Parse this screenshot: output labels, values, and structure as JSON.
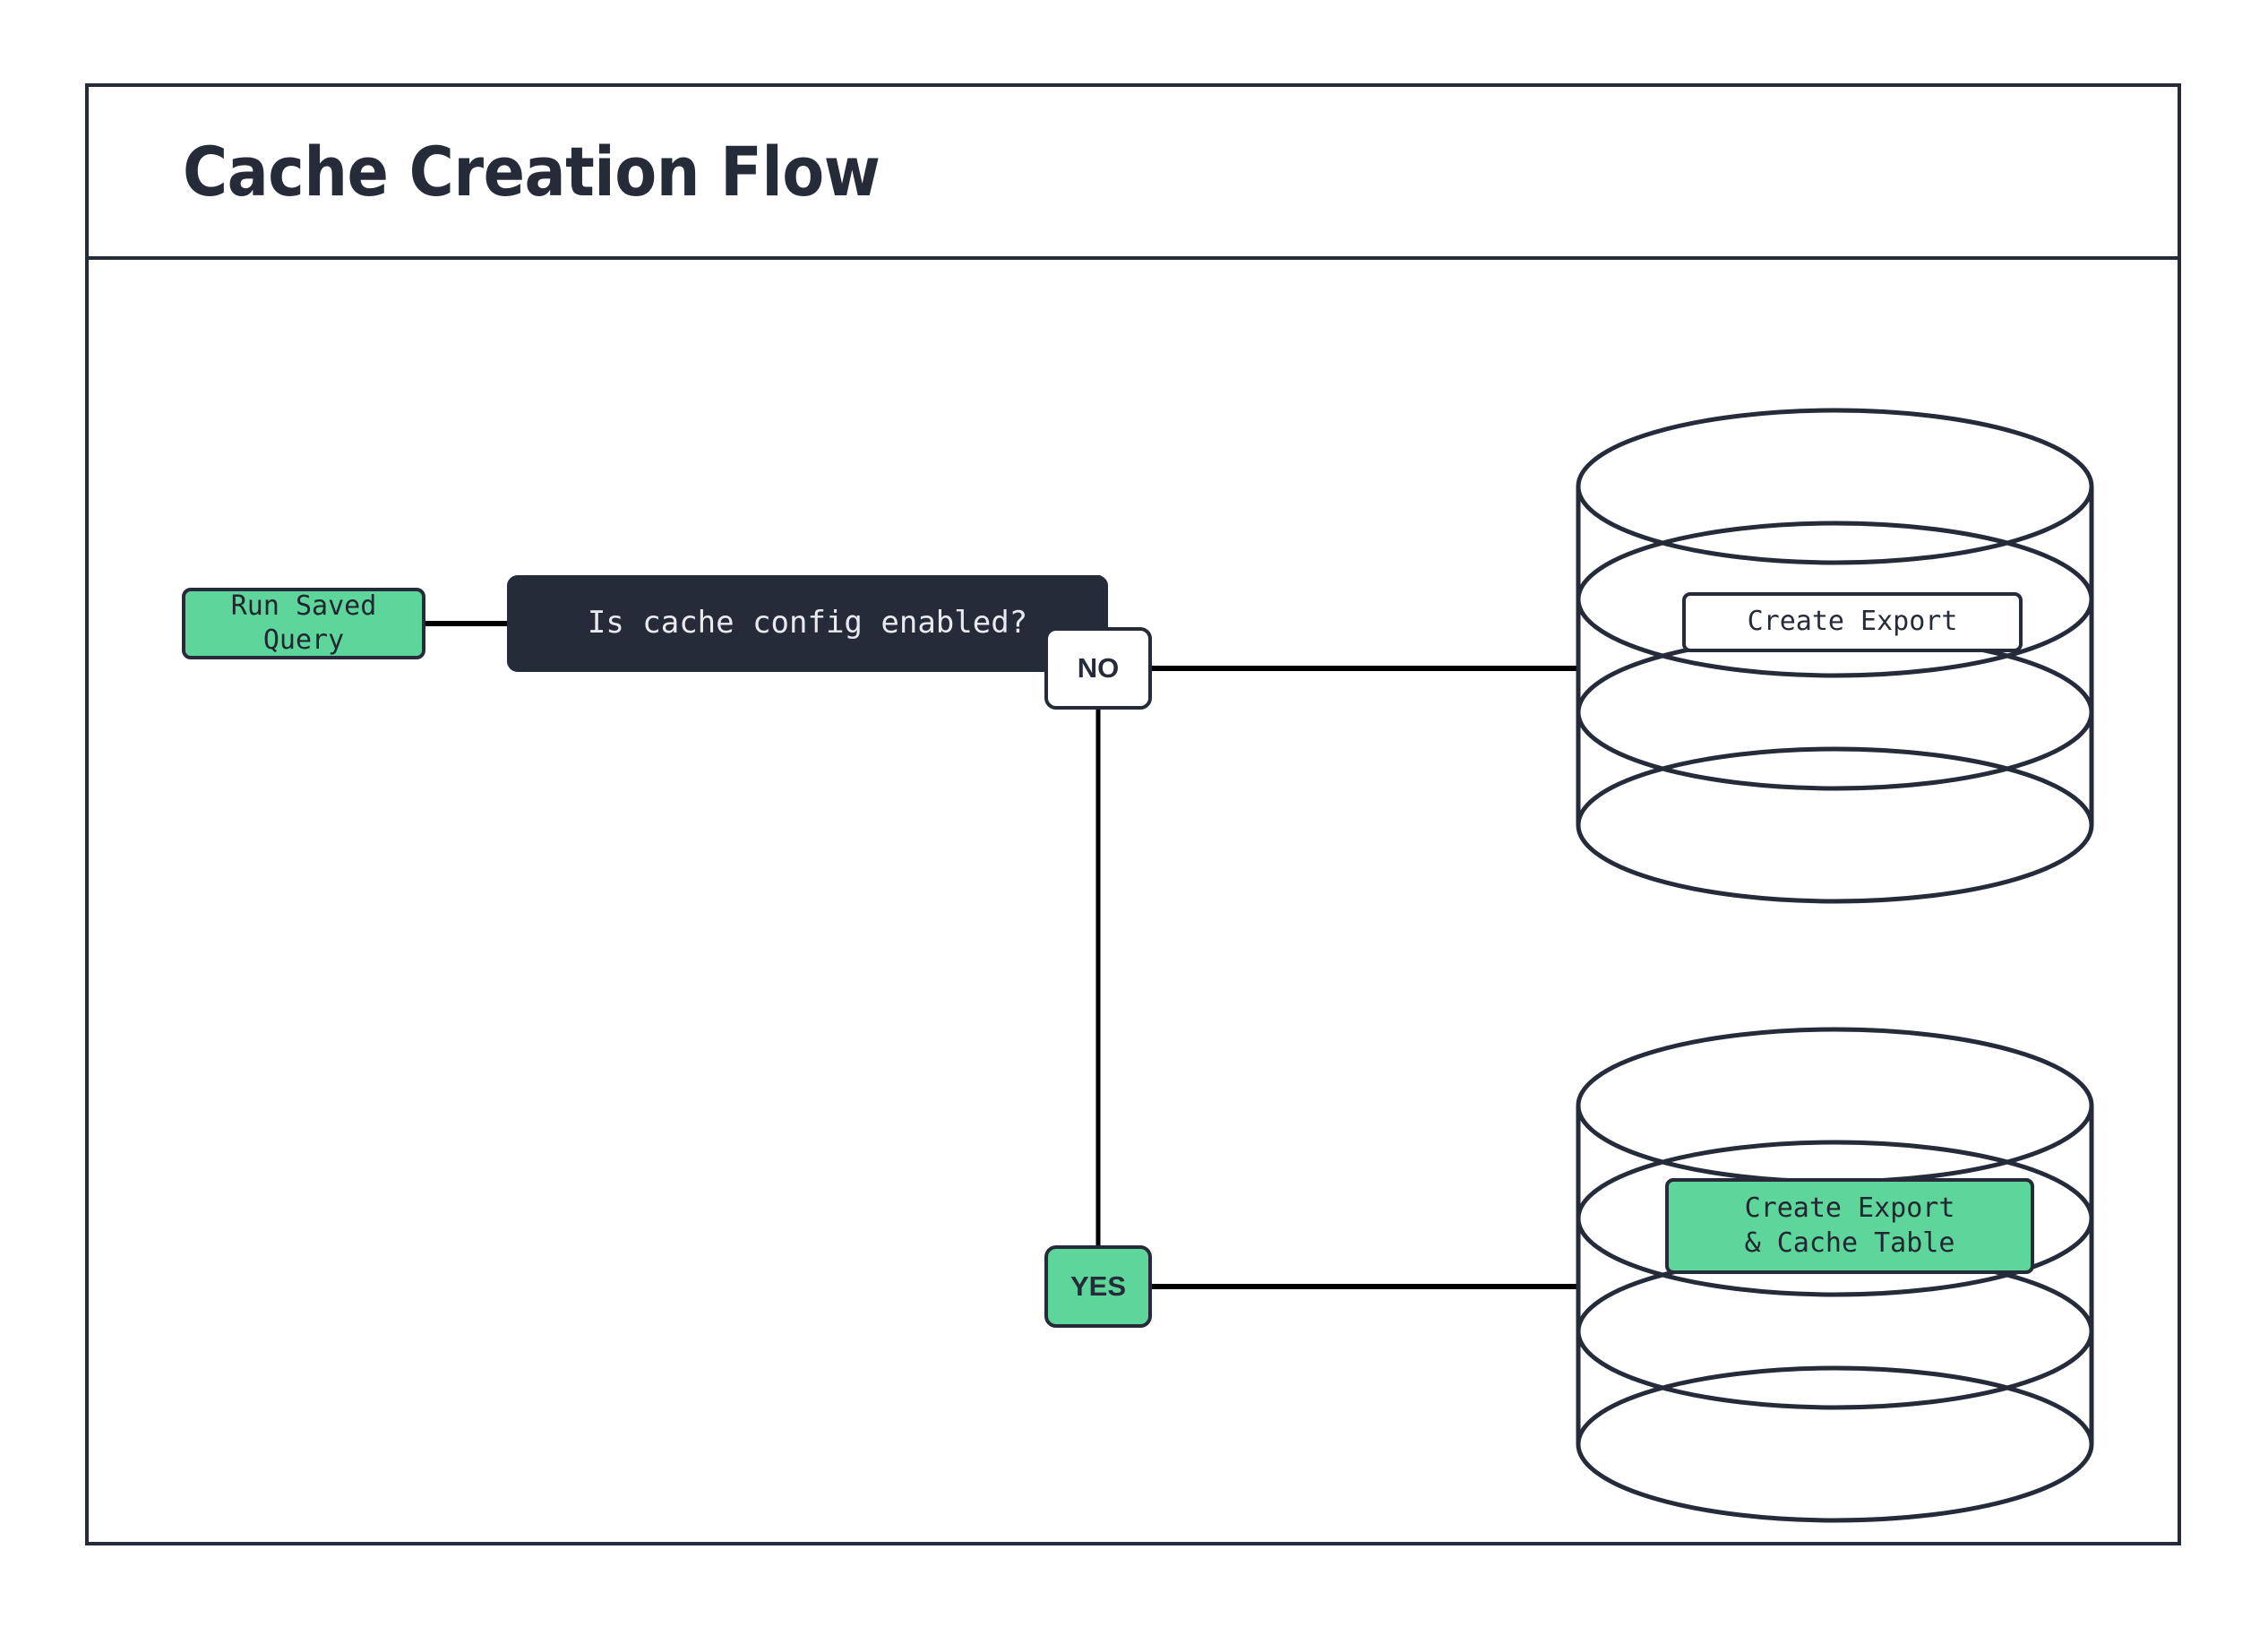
{
  "diagram": {
    "title": "Cache Creation Flow",
    "type": "flowchart",
    "colors": {
      "frame_stroke": "#262b3a",
      "dark_node_fill": "#262b3a",
      "dark_node_text": "#e9eaee",
      "accent_green": "#5ed69b",
      "node_text_dark": "#21262f",
      "white_fill": "#ffffff",
      "connector": "#000000"
    },
    "nodes": [
      {
        "id": "run-saved-query",
        "label": "Run Saved Query",
        "shape": "rounded-rect",
        "fill": "#5ed69b",
        "font": "mono"
      },
      {
        "id": "decision",
        "label": "Is cache config enabled?",
        "shape": "rounded-rect",
        "fill": "#262b3a",
        "font": "mono"
      },
      {
        "id": "branch-no",
        "label": "NO",
        "shape": "rounded-rect",
        "fill": "#ffffff",
        "font": "sans"
      },
      {
        "id": "branch-yes",
        "label": "YES",
        "shape": "rounded-rect",
        "fill": "#5ed69b",
        "font": "sans"
      },
      {
        "id": "database-top",
        "label": "Create Export",
        "shape": "database-cylinder",
        "fill": "#ffffff",
        "font": "mono"
      },
      {
        "id": "database-bottom",
        "label": "Create Export\n& Cache Table",
        "shape": "database-cylinder",
        "fill": "#5ed69b",
        "font": "mono"
      }
    ],
    "edges": [
      {
        "from": "run-saved-query",
        "to": "decision",
        "label": ""
      },
      {
        "from": "decision",
        "to": "branch-no",
        "label": ""
      },
      {
        "from": "branch-no",
        "to": "database-top",
        "label": ""
      },
      {
        "from": "decision",
        "to": "branch-yes",
        "label": ""
      },
      {
        "from": "branch-yes",
        "to": "database-bottom",
        "label": ""
      }
    ]
  }
}
